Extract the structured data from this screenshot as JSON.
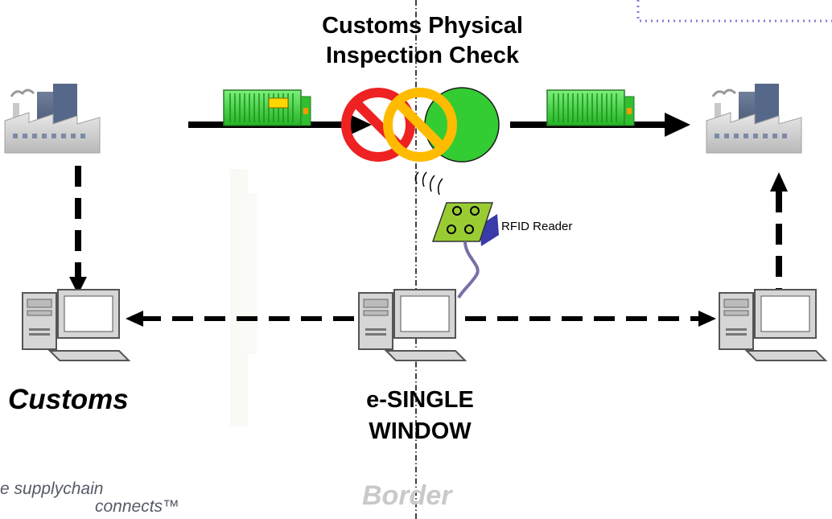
{
  "title": {
    "line1": "Customs Physical",
    "line2": "Inspection Check"
  },
  "rfid_label": "RFID Reader",
  "left_label": "Customs",
  "center_label": {
    "line1": "e-SINGLE",
    "line2": "WINDOW"
  },
  "border_label": "Border",
  "logo_tagline": {
    "line1": "e supplychain",
    "line2": "connects™"
  },
  "colors": {
    "container_green": "#44dd44",
    "prohibit_red": "#ee2222",
    "prohibit_yellow": "#ffbb00",
    "go_green": "#33cc33",
    "border_line": "#000000",
    "dotted_frame": "#8a7adf"
  },
  "icons": [
    "factory-icon",
    "container-icon",
    "computer-icon",
    "rfid-reader-icon",
    "prohibited-icon"
  ]
}
